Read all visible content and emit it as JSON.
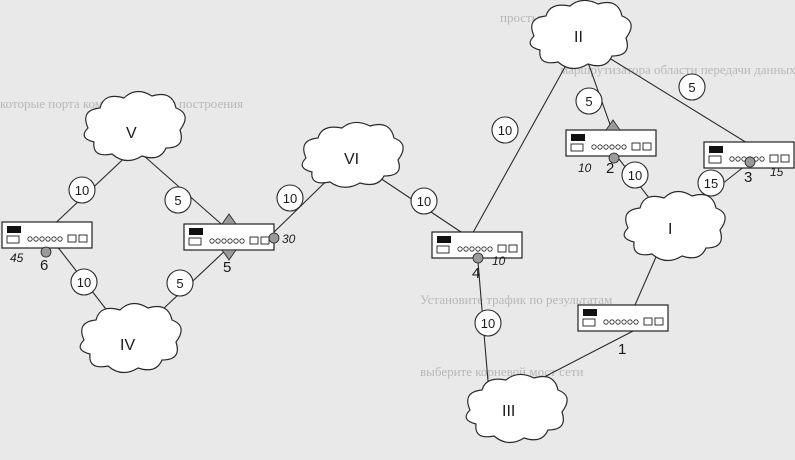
{
  "background_text": [
    "простых решения сети",
    "маршрутизатора области передачи данных",
    "которые порта коммутатора для построения",
    "Установите трафик по результатам",
    "выберите корневой мост сети"
  ],
  "clouds": [
    {
      "id": "I",
      "label": "I"
    },
    {
      "id": "II",
      "label": "II"
    },
    {
      "id": "III",
      "label": "III"
    },
    {
      "id": "IV",
      "label": "IV"
    },
    {
      "id": "V",
      "label": "V"
    },
    {
      "id": "VI",
      "label": "VI"
    }
  ],
  "switches": [
    {
      "id": "6",
      "number": "6",
      "port_cost": "45",
      "root_marker": "none"
    },
    {
      "id": "5",
      "number": "5",
      "port_cost": "30",
      "root_marker": "up-and-down"
    },
    {
      "id": "4",
      "number": "4",
      "port_cost": "10",
      "root_marker": "none"
    },
    {
      "id": "2",
      "number": "2",
      "port_cost": "10",
      "root_marker": "up"
    },
    {
      "id": "3",
      "number": "3",
      "port_cost": "15",
      "root_marker": "none"
    },
    {
      "id": "1",
      "number": "1",
      "port_cost": "",
      "root_marker": "none"
    }
  ],
  "link_costs": [
    {
      "from": "V",
      "to": "6",
      "cost": "10"
    },
    {
      "from": "V",
      "to": "5",
      "cost": "5"
    },
    {
      "from": "6",
      "to": "IV",
      "cost": "10"
    },
    {
      "from": "5",
      "to": "IV",
      "cost": "5"
    },
    {
      "from": "5",
      "to": "VI",
      "cost": "10"
    },
    {
      "from": "VI",
      "to": "4",
      "cost": "10"
    },
    {
      "from": "4",
      "to": "II",
      "cost": "10"
    },
    {
      "from": "4",
      "to": "III",
      "cost": "10"
    },
    {
      "from": "II",
      "to": "2",
      "cost": "5"
    },
    {
      "from": "II",
      "to": "3",
      "cost": "5"
    },
    {
      "from": "2",
      "to": "I",
      "cost": "10"
    },
    {
      "from": "3",
      "to": "I",
      "cost": "15"
    }
  ],
  "colors": {
    "line": "#2a2a2a",
    "cloud_fill": "#ffffff",
    "switch_fill": "#ffffff",
    "marker": "#9a9a9a",
    "background": "#e9e9e9"
  }
}
